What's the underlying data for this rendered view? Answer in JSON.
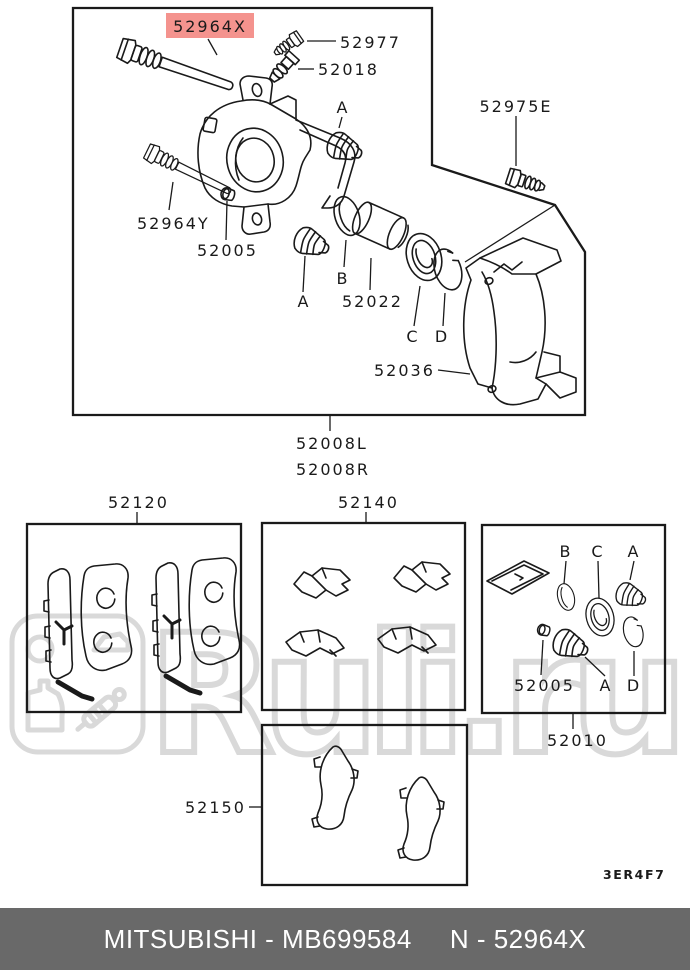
{
  "watermark": {
    "text": "Ruli.ru",
    "color": "#d9d9d9"
  },
  "plate_code": "3ER4F7",
  "footer": {
    "left": "MITSUBISHI - MB699584",
    "right": "N - 52964X",
    "bg": "#696969",
    "text_color": "#ffffff"
  },
  "diagram": {
    "line_color": "#1a1a1a",
    "highlight": {
      "label": "52964X",
      "bg": "#f4938e",
      "fg": "#7d2822"
    },
    "labels": {
      "bolt_52977": "52977",
      "bleeder_52018": "52018",
      "boot_a_top": "A",
      "bracket_bolt_52975e": "52975E",
      "pin_52964y": "52964Y",
      "bushing_52005": "52005",
      "boot_a_mid": "A",
      "seal_b": "B",
      "piston_52022": "52022",
      "seal_c": "C",
      "snap_ring_d": "D",
      "bracket_52036": "52036",
      "caliper_left": "52008L",
      "caliper_right": "52008R",
      "pad_kit": "52120",
      "hardware_kit": "52140",
      "repair_kit": "52010",
      "kit_seal_b": "B",
      "kit_seal_c": "C",
      "kit_boot_a1": "A",
      "kit_bushing_52005": "52005",
      "kit_boot_a2": "A",
      "kit_ring_d": "D",
      "shim_kit": "52150"
    }
  }
}
